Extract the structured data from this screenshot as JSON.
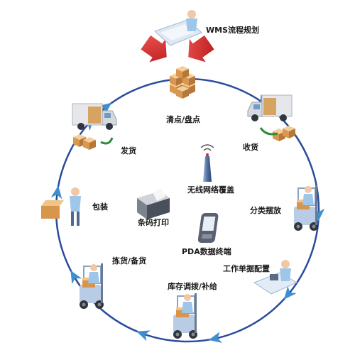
{
  "title": "WMS流程规划",
  "cycle": [
    {
      "label": "清点/盘点",
      "icon": "boxes-stack-icon"
    },
    {
      "label": "收货",
      "icon": "delivery-truck-icon"
    },
    {
      "label": "分类摆放",
      "icon": "forklift-worker-icon"
    },
    {
      "label": "工作单据配置",
      "icon": "desk-worker-icon"
    },
    {
      "label": "库存调拨/补给",
      "icon": "forklift-worker-icon"
    },
    {
      "label": "拣货/备货",
      "icon": "forklift-worker-icon"
    },
    {
      "label": "包装",
      "icon": "packing-worker-icon"
    },
    {
      "label": "发货",
      "icon": "delivery-truck-icon"
    }
  ],
  "center": [
    {
      "label": "无线网络覆盖",
      "icon": "wireless-antenna-icon"
    },
    {
      "label": "条码打印",
      "icon": "barcode-printer-icon"
    },
    {
      "label": "PDA数据终端",
      "icon": "pda-device-icon"
    }
  ],
  "colors": {
    "ring": "#2a4c9c",
    "arrow": "#3f8fd0",
    "accent_arrow": "#c62828",
    "box": "#d9a05b",
    "truck": "#e9e9ea"
  }
}
